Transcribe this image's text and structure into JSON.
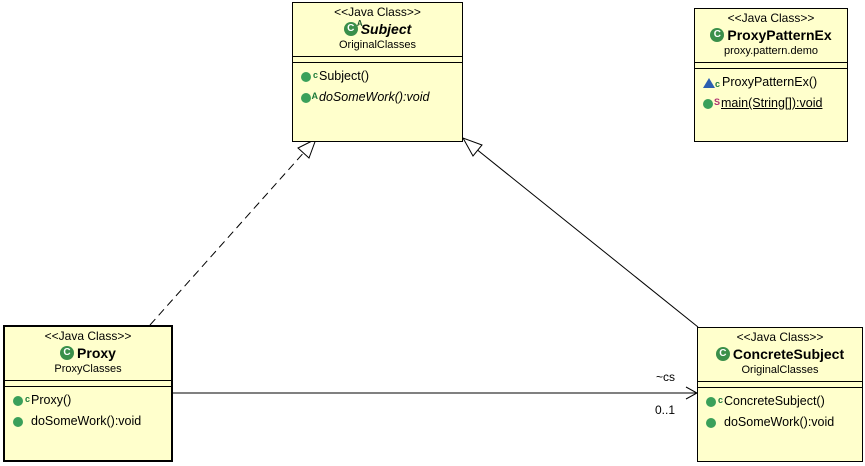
{
  "classes": {
    "subject": {
      "stereotype": "<<Java Class>>",
      "name": "Subject",
      "package": "OriginalClasses",
      "ops": [
        "Subject()",
        "doSomeWork():void"
      ]
    },
    "proxy_pattern_ex": {
      "stereotype": "<<Java Class>>",
      "name": "ProxyPatternEx",
      "package": "proxy.pattern.demo",
      "ops": [
        "ProxyPatternEx()",
        "main(String[]):void"
      ]
    },
    "proxy": {
      "stereotype": "<<Java Class>>",
      "name": "Proxy",
      "package": "ProxyClasses",
      "ops": [
        "Proxy()",
        "doSomeWork():void"
      ]
    },
    "concrete_subject": {
      "stereotype": "<<Java Class>>",
      "name": "ConcreteSubject",
      "package": "OriginalClasses",
      "ops": [
        "ConcreteSubject()",
        "doSomeWork():void"
      ]
    }
  },
  "association": {
    "role": "~cs",
    "multiplicity": "0..1"
  },
  "icons": {
    "class": "class-icon",
    "constructor": "constructor-icon",
    "method": "public-method-icon"
  },
  "colors": {
    "class_fill": "#ffffcc",
    "class_icon": "#3a8f4a",
    "public_method": "#3aa05a",
    "protected_method": "#2d5fb0"
  }
}
